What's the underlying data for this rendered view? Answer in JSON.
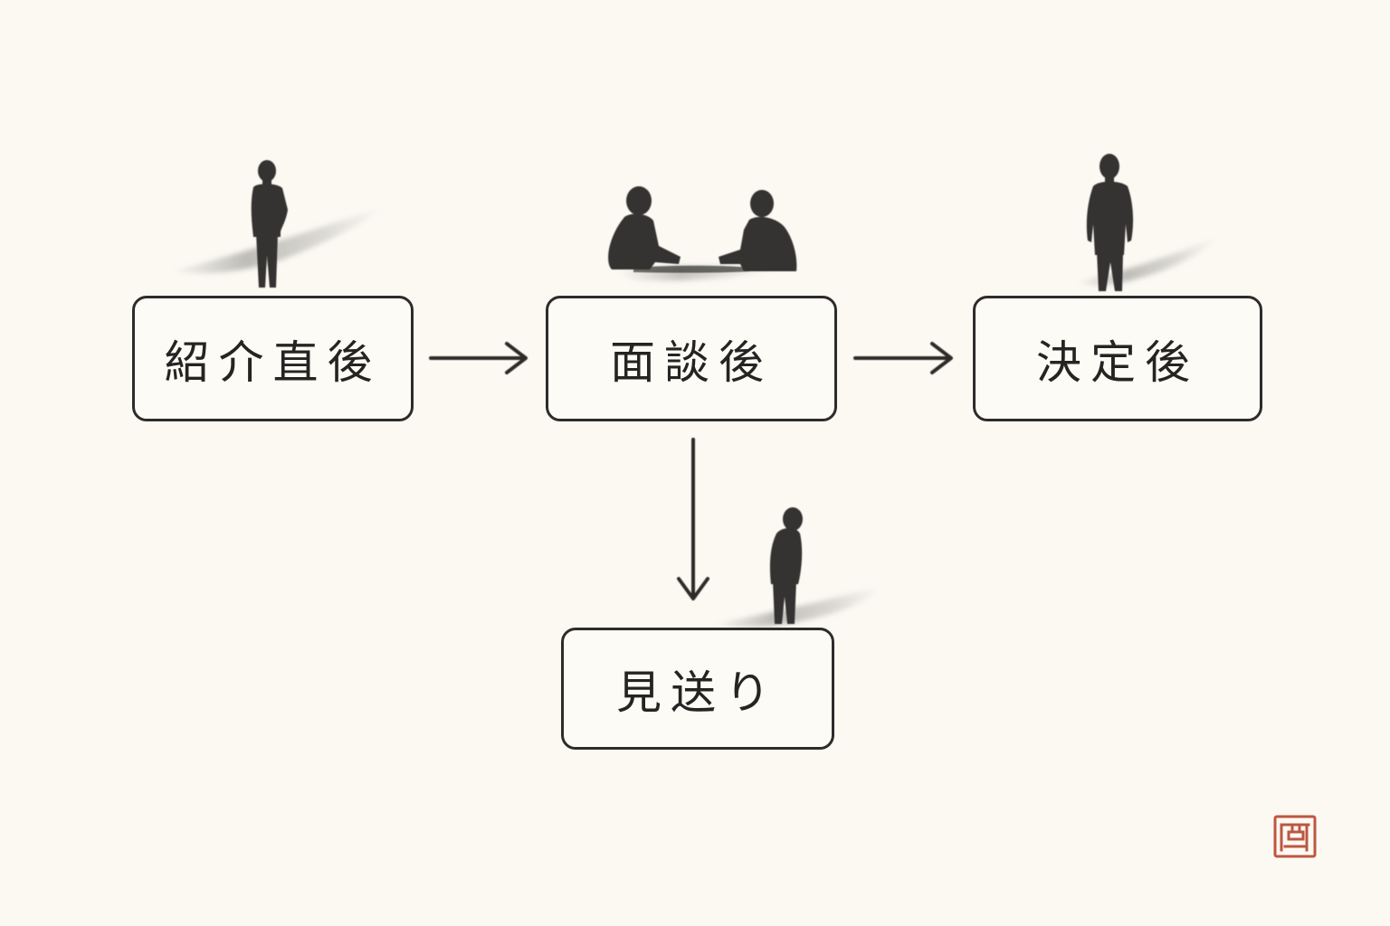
{
  "diagram": {
    "stages": [
      {
        "id": "intro",
        "label": "紹介直後"
      },
      {
        "id": "meeting",
        "label": "面談後"
      },
      {
        "id": "decided",
        "label": "決定後"
      },
      {
        "id": "declined",
        "label": "見送り"
      }
    ],
    "connections": [
      {
        "from": "intro",
        "to": "meeting"
      },
      {
        "from": "meeting",
        "to": "decided"
      },
      {
        "from": "meeting",
        "to": "declined"
      }
    ],
    "figures": [
      {
        "stage": "intro",
        "icon": "standing-person-icon"
      },
      {
        "stage": "meeting",
        "icon": "two-people-talking-icon"
      },
      {
        "stage": "decided",
        "icon": "standing-person-back-icon"
      },
      {
        "stage": "declined",
        "icon": "bowing-person-icon"
      }
    ],
    "seal_icon": "red-seal-stamp-icon",
    "colors": {
      "ink": "#2e2c2a",
      "paper": "#fbf9f2",
      "seal": "#b8452f"
    }
  }
}
